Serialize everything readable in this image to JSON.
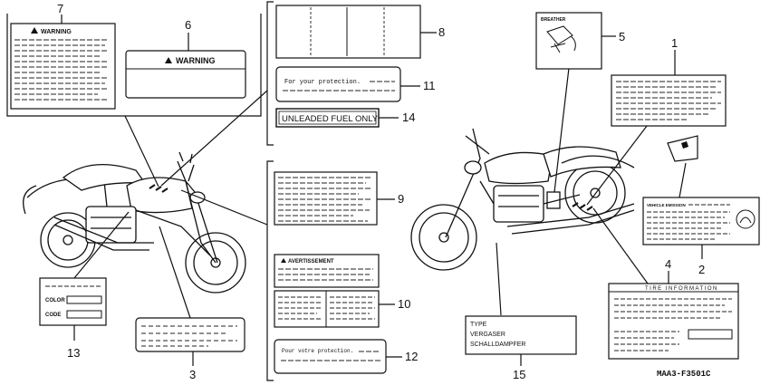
{
  "callouts": [
    {
      "n": "1"
    },
    {
      "n": "2"
    },
    {
      "n": "3"
    },
    {
      "n": "4"
    },
    {
      "n": "5"
    },
    {
      "n": "6"
    },
    {
      "n": "7"
    },
    {
      "n": "8"
    },
    {
      "n": "9"
    },
    {
      "n": "10"
    },
    {
      "n": "11"
    },
    {
      "n": "12"
    },
    {
      "n": "13"
    },
    {
      "n": "14"
    },
    {
      "n": "15"
    }
  ],
  "labels": {
    "warning_7": "WARNING",
    "warning_6": "WARNING",
    "protection_11": "For your protection.",
    "unleaded_14": "UNLEADED FUEL ONLY",
    "avert_10": "AVERTISSEMENT",
    "votre_12": "Pour votre protection.",
    "color_13": "COLOR",
    "code_13": "CODE",
    "breather_5": "BREATHER",
    "vehicle_2": "VEHICLE EMISSION",
    "tire_4": "TIRE INFORMATION",
    "type_15": "TYPE",
    "verg_15": "VERGASER",
    "schall_15": "SCHALLDAMPFER",
    "diagram_code": "MAA3-F3501C"
  }
}
